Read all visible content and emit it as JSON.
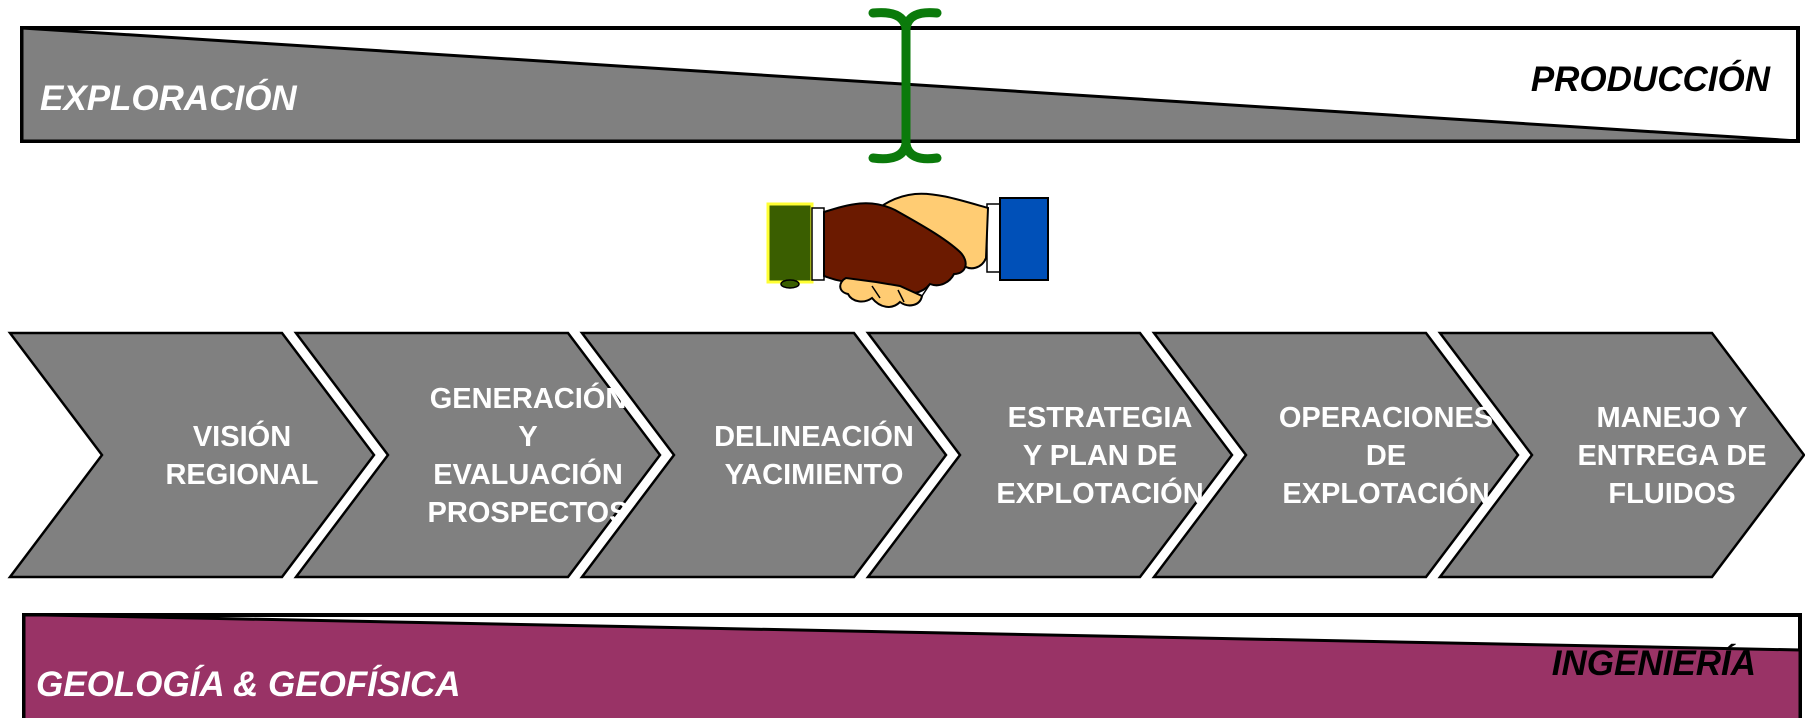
{
  "top_band": {
    "left_label": "EXPLORACIÓN",
    "right_label": "PRODUCCIÓN",
    "fill_color": "#808080",
    "bracket_color": "#0b7a0b"
  },
  "handshake": {
    "icon": "handshake-icon",
    "left_cuff_color": "#3a5e00",
    "right_cuff_color": "#0050b8",
    "left_hand_color": "#6b1a00",
    "right_hand_color": "#ffcc73"
  },
  "stages": [
    {
      "lines": [
        "VISIÓN",
        "REGIONAL"
      ]
    },
    {
      "lines": [
        "GENERACIÓN",
        "Y",
        "EVALUACIÓN",
        "PROSPECTOS"
      ]
    },
    {
      "lines": [
        "DELINEACIÓN",
        "YACIMIENTO"
      ]
    },
    {
      "lines": [
        "ESTRATEGIA",
        "Y PLAN  DE",
        "EXPLOTACIÓN"
      ]
    },
    {
      "lines": [
        "OPERACIONES",
        "DE",
        "EXPLOTACIÓN"
      ]
    },
    {
      "lines": [
        "MANEJO Y",
        "ENTREGA DE",
        "FLUIDOS"
      ]
    }
  ],
  "stage_fill_color": "#808080",
  "bottom_band": {
    "left_label": "GEOLOGÍA & GEOFÍSICA",
    "right_label": "INGENIERÍA",
    "fill_color": "#993366"
  }
}
